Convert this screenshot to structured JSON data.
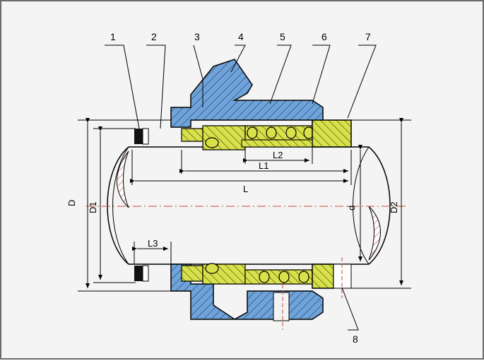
{
  "part_labels": [
    "1",
    "2",
    "3",
    "4",
    "5",
    "6",
    "7",
    "8"
  ],
  "dimensions": {
    "D": "D",
    "D1": "D1",
    "D2": "D2",
    "d": "d",
    "L": "L",
    "L1": "L1",
    "L2": "L2",
    "L3": "L3"
  },
  "colors": {
    "housing": "#6fa3d9",
    "rotating": "#d8e04a",
    "seat_ring": "#111111",
    "shaft_hatch": "#c94a3a",
    "background": "#f4f4f4",
    "centerline": "#c94a3a"
  }
}
